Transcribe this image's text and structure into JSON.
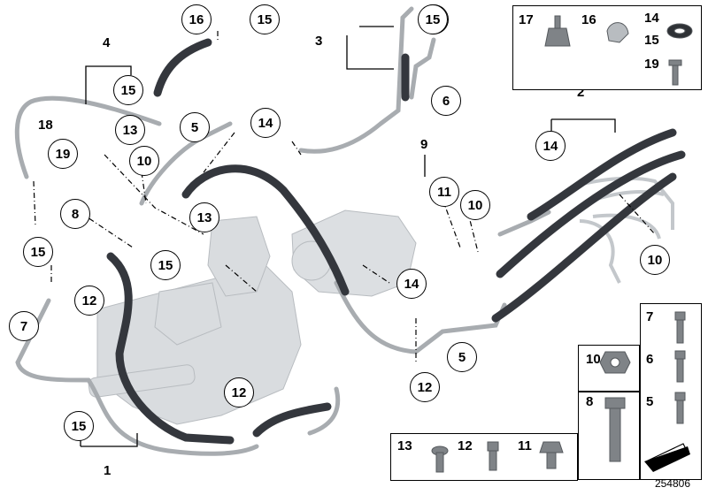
{
  "diagram": {
    "callouts": [
      "16",
      "15",
      "15",
      "15",
      "4",
      "15",
      "3",
      "6",
      "18",
      "13",
      "5",
      "14",
      "19",
      "10",
      "2",
      "14",
      "9",
      "11",
      "8",
      "13",
      "10",
      "15",
      "15",
      "10",
      "14",
      "7",
      "12",
      "12",
      "5",
      "15",
      "1",
      "12"
    ],
    "leaders": [
      "4",
      "3",
      "2",
      "1",
      "9"
    ],
    "legend": {
      "top": [
        "17",
        "16",
        "14",
        "15",
        "19"
      ],
      "right": [
        "7",
        "10",
        "6",
        "8",
        "5"
      ],
      "bottom": [
        "13",
        "12",
        "11"
      ]
    },
    "document_number": "254806"
  },
  "colors": {
    "hose": "#34373d",
    "pipe": "#9ea2a6",
    "part": "#c9cdd1",
    "line": "#000000"
  }
}
